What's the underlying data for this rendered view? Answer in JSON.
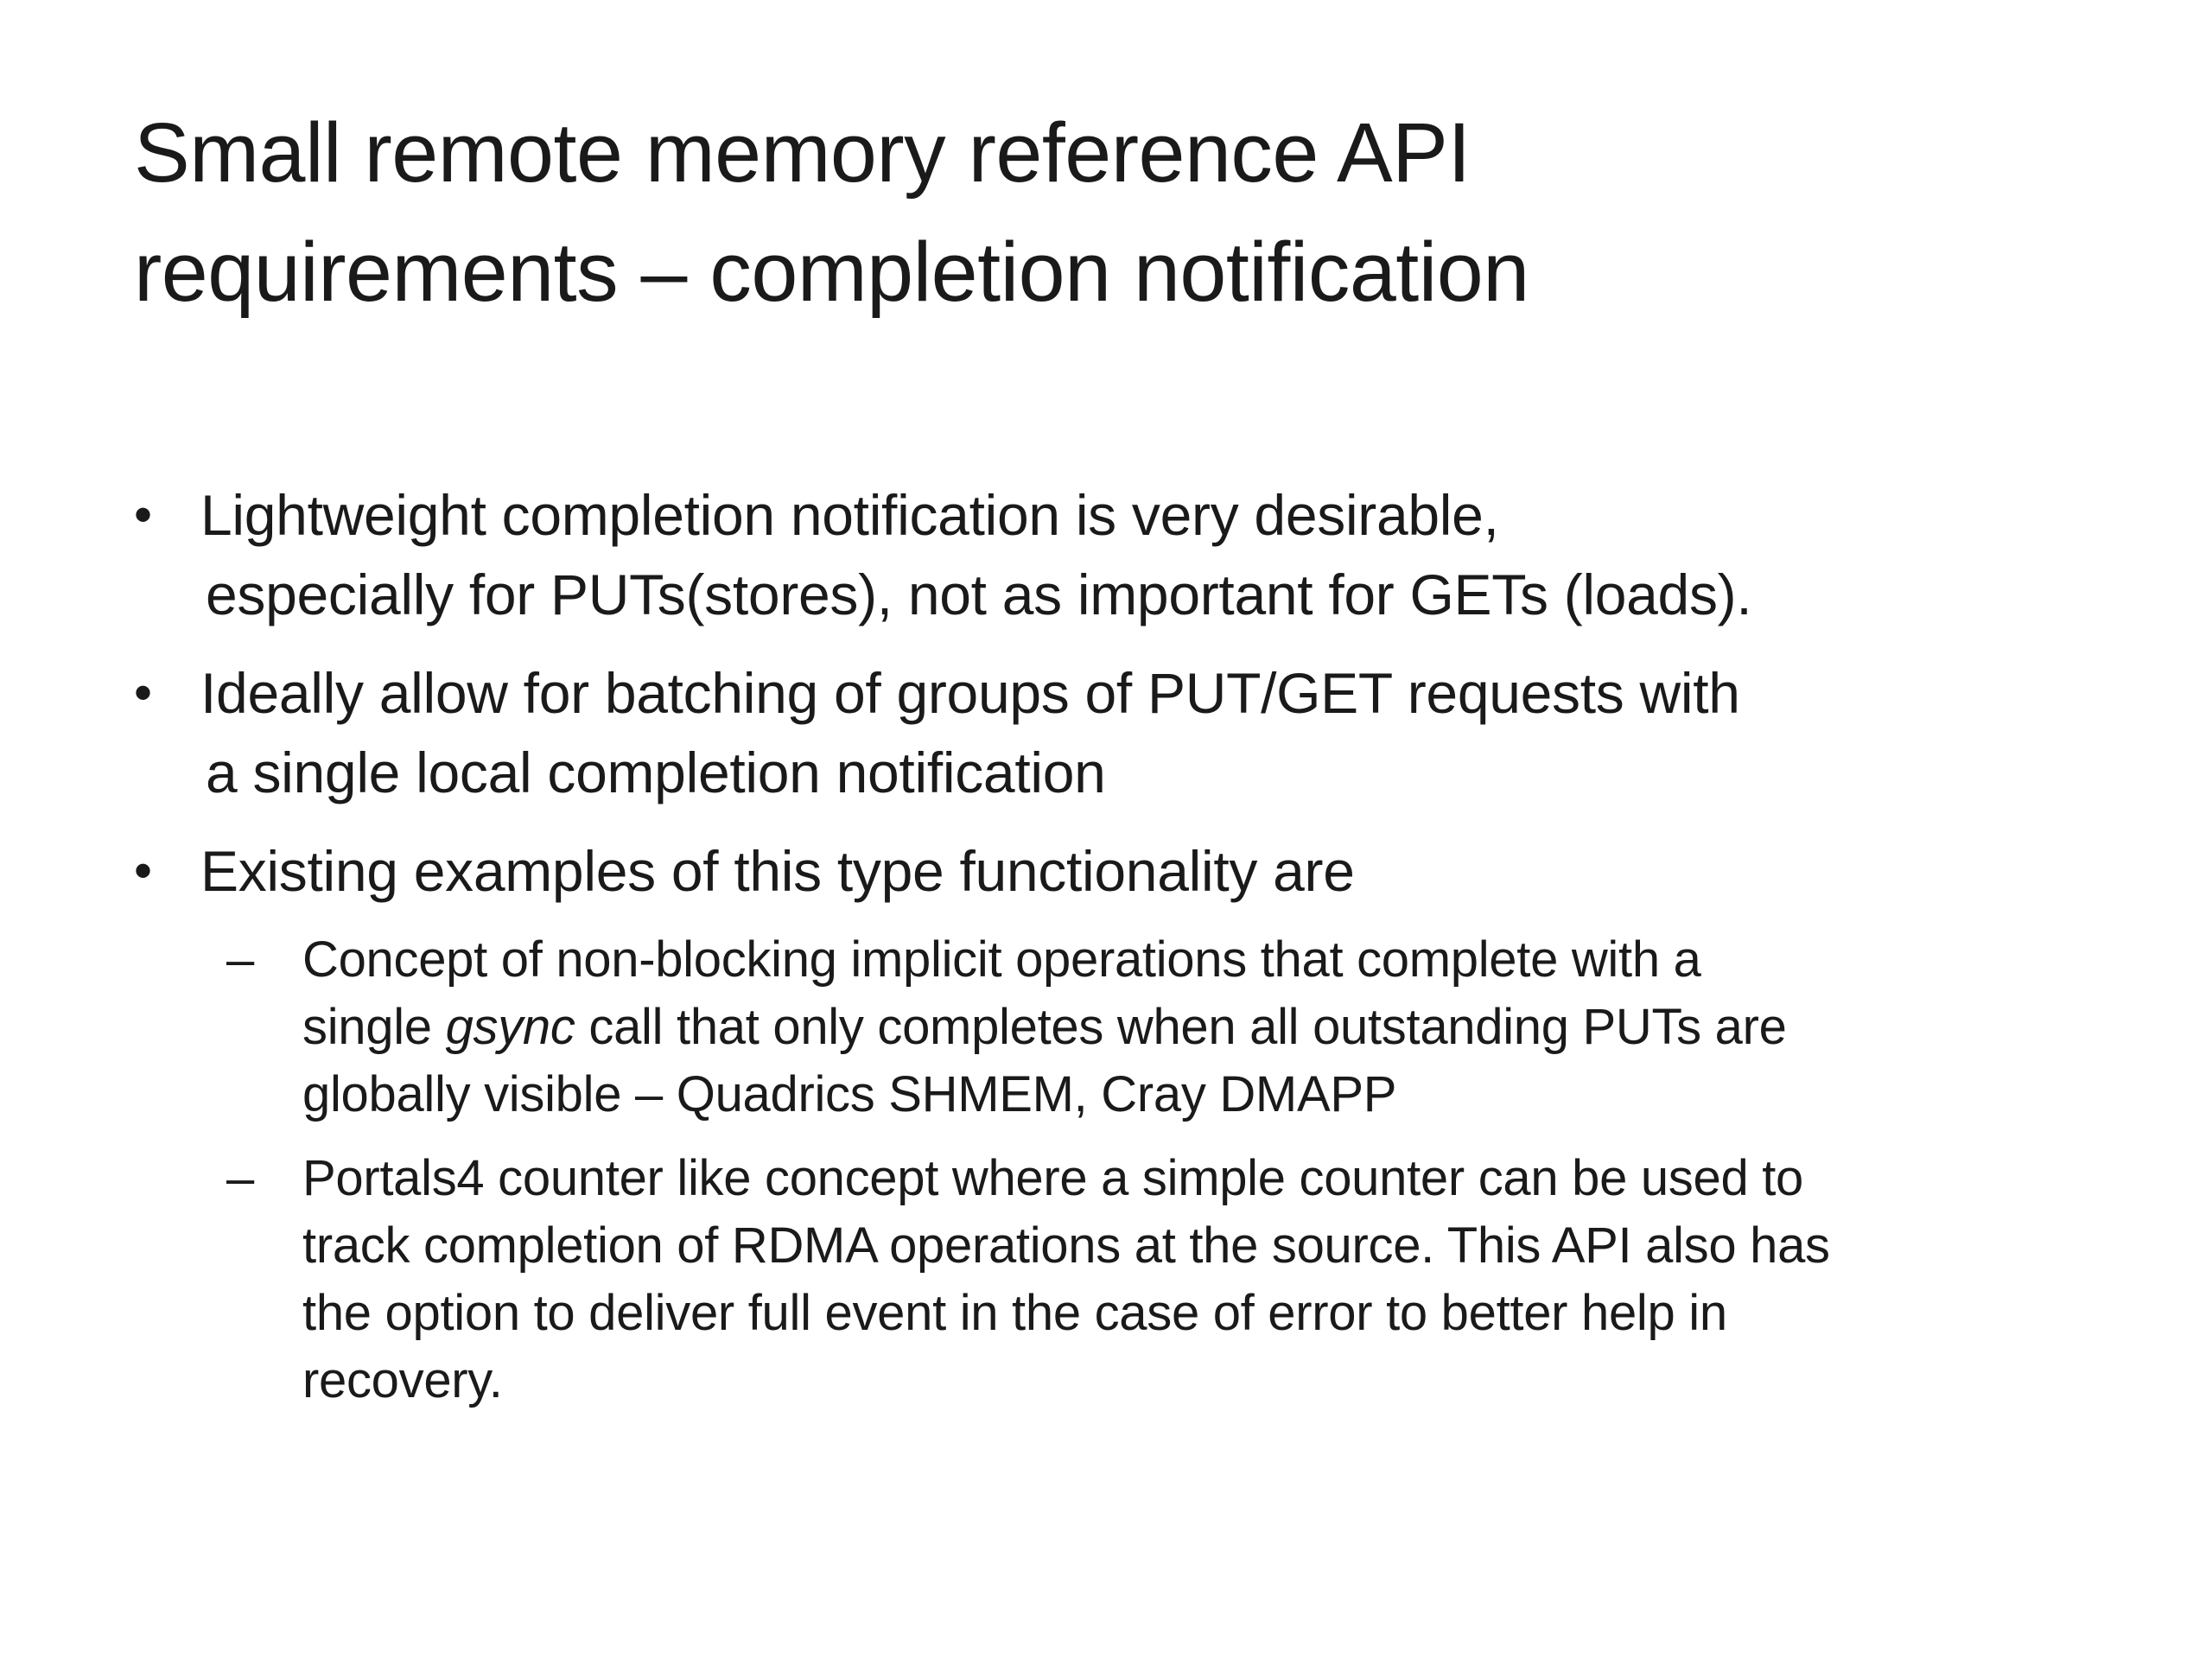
{
  "slide": {
    "title_lines": [
      "Small remote memory reference API",
      "requirements – completion notification"
    ],
    "bullet_marker": "•",
    "sub_marker": "–",
    "bullets": [
      {
        "lines": [
          " Lightweight completion notification is very desirable,",
          "especially for PUTs(stores), not as important for GETs (loads)."
        ]
      },
      {
        "lines": [
          " Ideally allow for batching of groups of PUT/GET requests with",
          "a single local completion notification"
        ]
      },
      {
        "lines": [
          " Existing examples of this type functionality are"
        ]
      }
    ],
    "sub_bullets": [
      {
        "line1": "Concept of non-blocking implicit operations that complete with a",
        "line2_prefix": "single ",
        "line2_italic": "gsync",
        "line2_suffix": " call that only completes when all outstanding PUTs are",
        "line3": "globally visible – Quadrics SHMEM, Cray DMAPP"
      },
      {
        "lines": [
          "Portals4 counter like concept where a simple counter can be used to",
          "track completion of RDMA operations at the source.  This API also has",
          "the option to deliver full event in the case of error to better help in",
          "recovery."
        ]
      }
    ]
  }
}
